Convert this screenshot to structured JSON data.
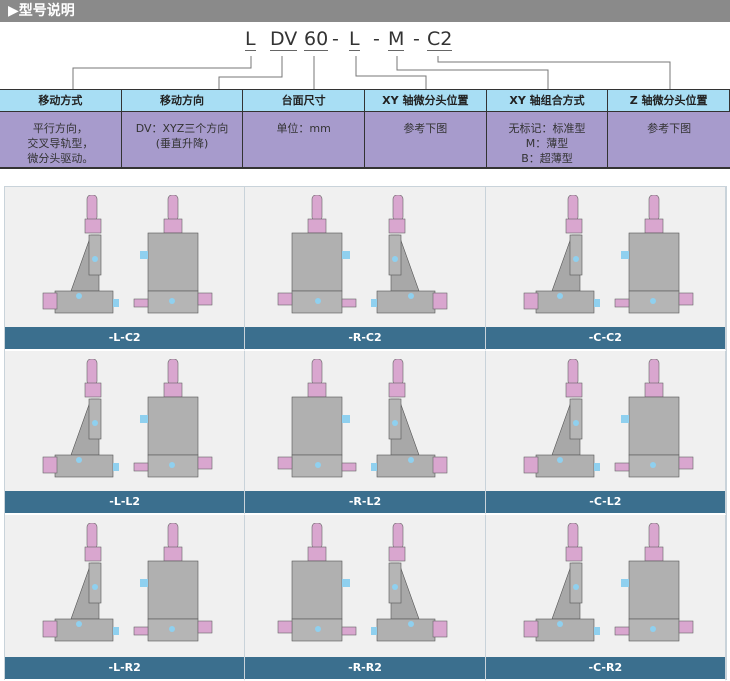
{
  "header": {
    "title": "▶型号说明"
  },
  "model_code": {
    "parts": [
      "L",
      "DV",
      "60",
      "-",
      "L",
      "-",
      "M",
      "-",
      "C2"
    ]
  },
  "table": {
    "headers": [
      "移动方式",
      "移动方向",
      "台面尺寸",
      "XY 轴微分头位置",
      "XY 轴组合方式",
      "Z 轴微分头位置"
    ],
    "rows": [
      [
        "平行方向，",
        "DV：XYZ三个方向",
        "单位：mm",
        "参考下图",
        "无标记：标准型",
        "参考下图"
      ],
      [
        "交叉导轨型，",
        "(垂直升降)",
        "",
        "",
        "M：薄型",
        ""
      ],
      [
        "微分头驱动。",
        "",
        "",
        "",
        "B：超薄型",
        ""
      ]
    ]
  },
  "variants": [
    "-L-C2",
    "-R-C2",
    "-C-C2",
    "-L-L2",
    "-R-L2",
    "-C-L2",
    "-L-R2",
    "-R-R2",
    "-C-R2"
  ],
  "colors": {
    "header_bg": "#a8def4",
    "body_bg": "#a79bcc",
    "label_bg": "#3b6f8e",
    "knob": "#d9a6cf",
    "knob_cap": "#8fd0ef",
    "metal": "#a8a8a8"
  }
}
